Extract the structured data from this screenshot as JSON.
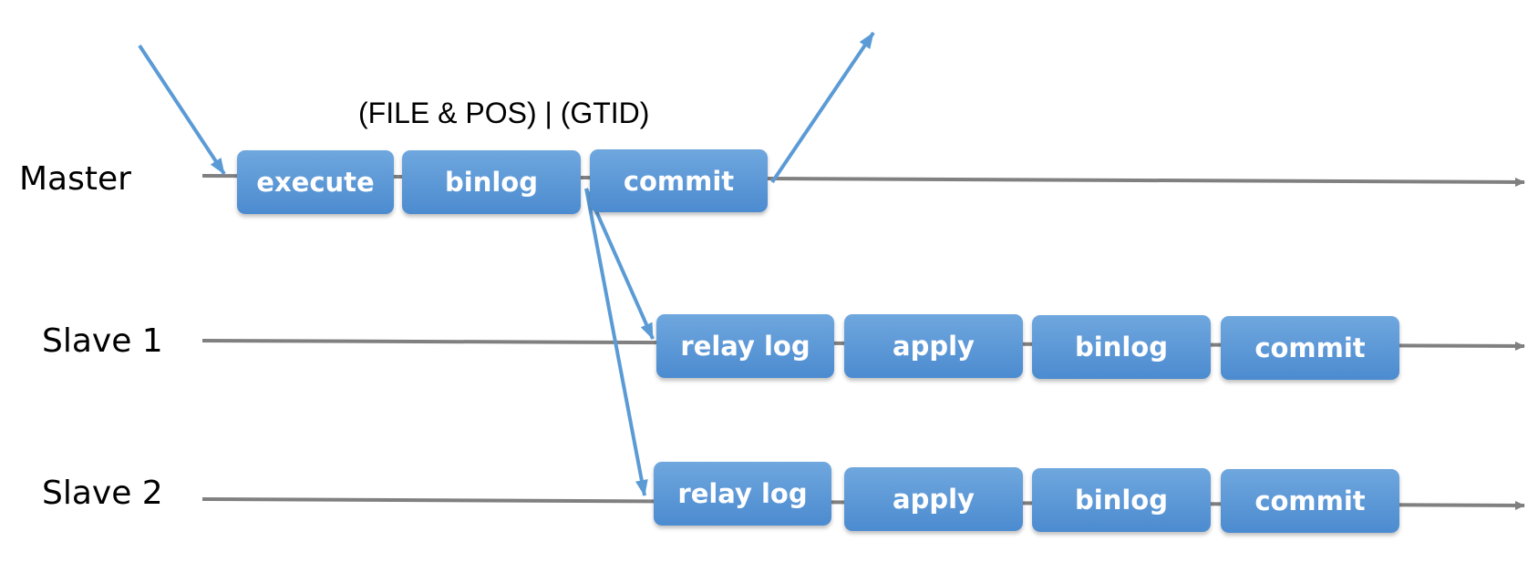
{
  "annotation": "(FILE & POS) | (GTID)",
  "rows": [
    {
      "label": "Master",
      "steps": [
        "execute",
        "binlog",
        "commit"
      ]
    },
    {
      "label": "Slave 1",
      "steps": [
        "relay log",
        "apply",
        "binlog",
        "commit"
      ]
    },
    {
      "label": "Slave 2",
      "steps": [
        "relay log",
        "apply",
        "binlog",
        "commit"
      ]
    }
  ],
  "colors": {
    "box": "#5b9bd5",
    "arrow": "#5b9bd5",
    "timeline": "#808080"
  }
}
